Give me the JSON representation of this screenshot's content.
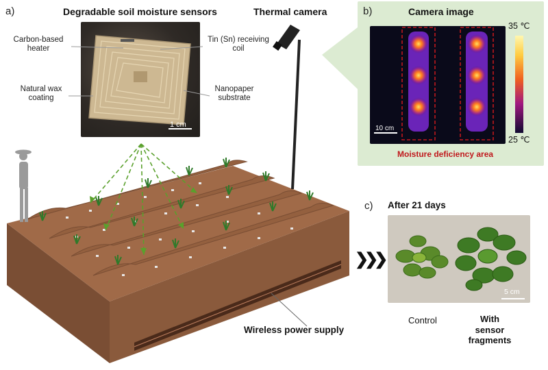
{
  "panel_a": {
    "label": "a)",
    "title": "Degradable soil moisture sensors",
    "callouts": {
      "heater": "Carbon-based heater",
      "coil": "Tin (Sn) receiving coil",
      "wax": "Natural wax coating",
      "substrate": "Nanopaper substrate",
      "scale": "1 cm"
    },
    "camera_title": "Thermal camera",
    "power_label": "Wireless power supply"
  },
  "panel_b": {
    "label": "b)",
    "title": "Camera image",
    "scale_max": "35 ℃",
    "scale_min": "25 ℃",
    "scale_bar": "10 cm",
    "caption": "Moisture deficiency area"
  },
  "panel_c": {
    "label": "c)",
    "title": "After 21 days",
    "scale_bar": "5 cm",
    "control_label": "Control",
    "sensor_label": "With sensor fragments"
  },
  "colors": {
    "soil": "#8a5a3c",
    "soil_dark": "#6e4630",
    "panel_bg": "#dcebd2",
    "arrow_green": "#5aa02c",
    "deficiency_red": "#c0181c"
  }
}
